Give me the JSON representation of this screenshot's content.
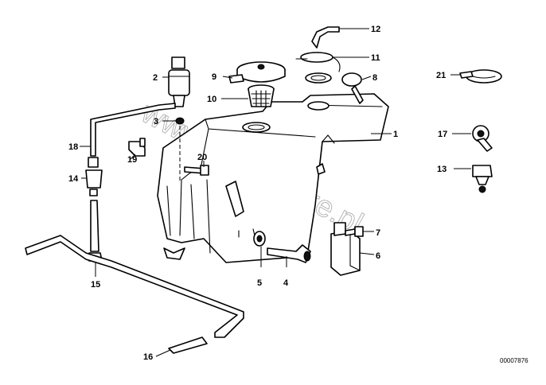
{
  "callouts": [
    {
      "id": "1",
      "label": "1"
    },
    {
      "id": "2",
      "label": "2"
    },
    {
      "id": "3",
      "label": "3"
    },
    {
      "id": "4",
      "label": "4"
    },
    {
      "id": "5",
      "label": "5"
    },
    {
      "id": "6",
      "label": "6"
    },
    {
      "id": "7",
      "label": "7"
    },
    {
      "id": "8",
      "label": "8"
    },
    {
      "id": "9",
      "label": "9"
    },
    {
      "id": "10",
      "label": "10"
    },
    {
      "id": "11",
      "label": "11"
    },
    {
      "id": "12",
      "label": "12"
    },
    {
      "id": "13",
      "label": "13"
    },
    {
      "id": "14",
      "label": "14"
    },
    {
      "id": "15",
      "label": "15"
    },
    {
      "id": "16",
      "label": "16"
    },
    {
      "id": "17",
      "label": "17"
    },
    {
      "id": "18",
      "label": "18"
    },
    {
      "id": "19",
      "label": "19"
    },
    {
      "id": "20",
      "label": "20"
    },
    {
      "id": "21",
      "label": "21"
    }
  ],
  "watermark": "www.BMWstore.pl",
  "diagram_code": "00007876"
}
